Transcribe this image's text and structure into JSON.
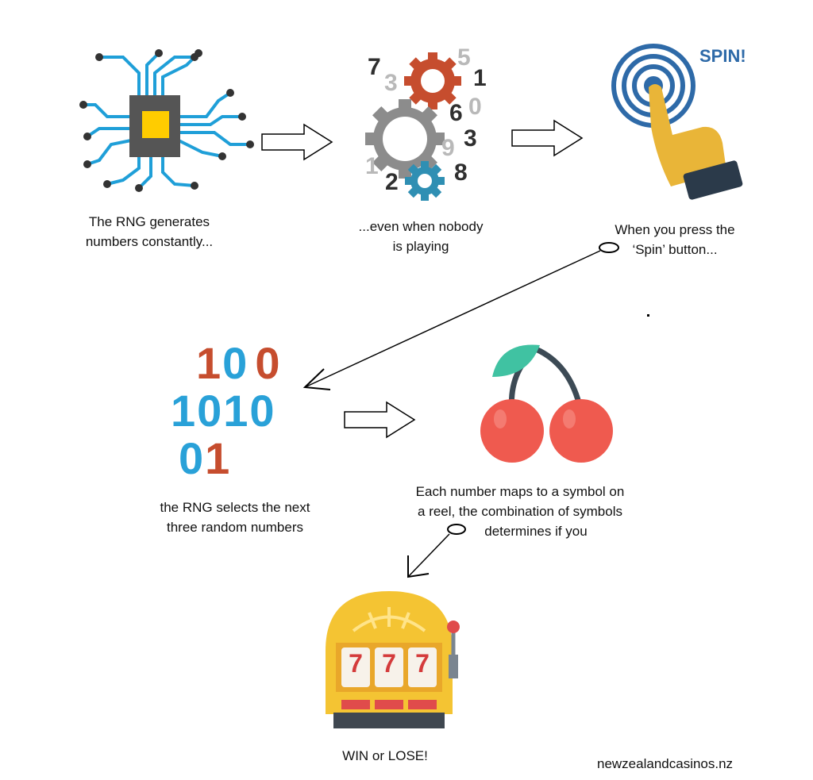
{
  "steps": [
    {
      "caption_line1": "The RNG generates",
      "caption_line2": "numbers constantly..."
    },
    {
      "caption_line1": "...even when nobody",
      "caption_line2": "is playing"
    },
    {
      "caption_line1": "When you press the",
      "caption_line2": "‘Spin’ button..."
    },
    {
      "caption_line1": "the RNG selects the next",
      "caption_line2": "three random numbers"
    },
    {
      "caption_line1": "Each number maps to a symbol on",
      "caption_line2": "a reel, the combination of symbols",
      "caption_line3": "determines if you"
    },
    {
      "caption_line1": "WIN or LOSE!"
    }
  ],
  "gear_numbers": [
    "7",
    "3",
    "5",
    "1",
    "6",
    "0",
    "9",
    "3",
    "1",
    "2",
    "8"
  ],
  "spin_label": "SPIN!",
  "binary": {
    "line1": [
      "1",
      "0",
      "0"
    ],
    "line2": "1010",
    "line3": [
      "0",
      "1"
    ]
  },
  "slot_reels": [
    "7",
    "7",
    "7"
  ],
  "credit": "newzealandcasinos.nz",
  "colors": {
    "circuit_blue": "#1f9fd8",
    "chip_gray": "#555555",
    "chip_yellow": "#ffcc00",
    "gear_red": "#c64d2e",
    "gear_gray": "#8c8c8c",
    "gear_teal": "#2f8fb3",
    "spin_blue": "#2e6aa8",
    "hand_yellow": "#e9b538",
    "cherry_red": "#ef5a4f",
    "leaf_green": "#40c2a2",
    "slot_yellow": "#f4c433"
  }
}
